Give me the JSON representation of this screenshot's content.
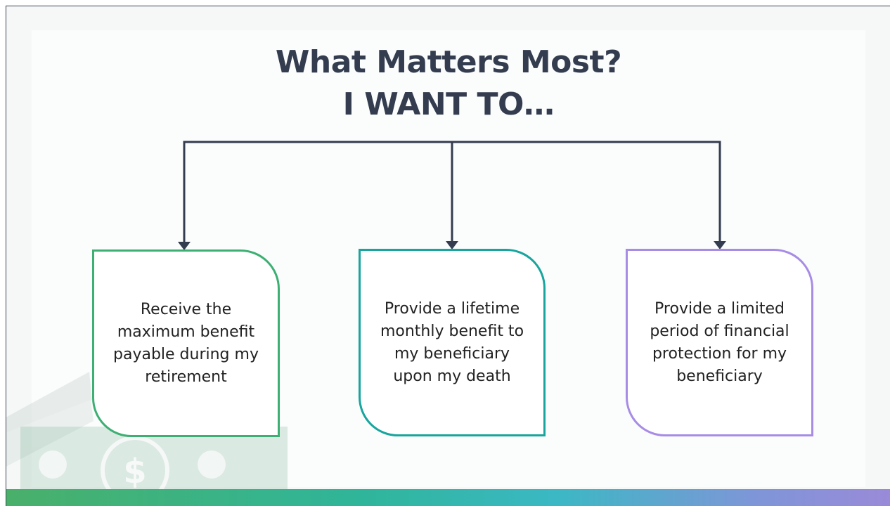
{
  "title": {
    "line1": "What Matters Most?",
    "line2": "I WANT TO…"
  },
  "options": [
    {
      "label": "Receive the maximum benefit payable during my retirement",
      "border_color": "#3daf73"
    },
    {
      "label": "Provide a lifetime monthly benefit to my beneficiary upon my death",
      "border_color": "#17a59d"
    },
    {
      "label": "Provide a limited period of financial protection for my beneficiary",
      "border_color": "#a78ce6"
    }
  ],
  "colors": {
    "title": "#333d4f",
    "connector": "#333d4f",
    "bottom_bar_start": "#49b06a",
    "bottom_bar_end": "#9a8ad8"
  },
  "decoration": {
    "icon": "dollar-bill-icon",
    "symbol": "$"
  }
}
